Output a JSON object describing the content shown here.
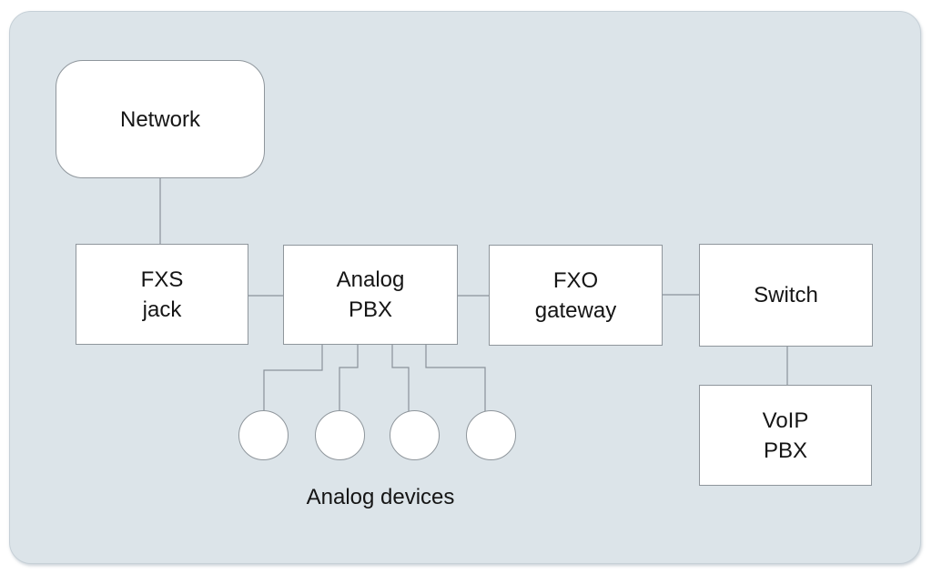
{
  "colors": {
    "panel_bg": "#dce4e9",
    "panel_border": "#c6d0d7",
    "node_fill": "#ffffff",
    "node_border": "#8f969c",
    "connector": "#8a929a",
    "text": "#151515"
  },
  "nodes": {
    "network": {
      "label": "Network"
    },
    "fxs_jack": {
      "label": "FXS\njack"
    },
    "analog_pbx": {
      "label": "Analog\nPBX"
    },
    "fxo_gateway": {
      "label": "FXO\ngateway"
    },
    "switch": {
      "label": "Switch"
    },
    "voip_pbx": {
      "label": "VoIP\nPBX"
    }
  },
  "analog_devices": {
    "caption": "Analog devices",
    "count": 4
  },
  "connections": [
    "Network - FXS jack",
    "FXS jack - Analog PBX",
    "Analog PBX - FXO gateway",
    "FXO gateway - Switch",
    "Switch - VoIP PBX",
    "Analog PBX - analog device 1",
    "Analog PBX - analog device 2",
    "Analog PBX - analog device 3",
    "Analog PBX - analog device 4"
  ]
}
